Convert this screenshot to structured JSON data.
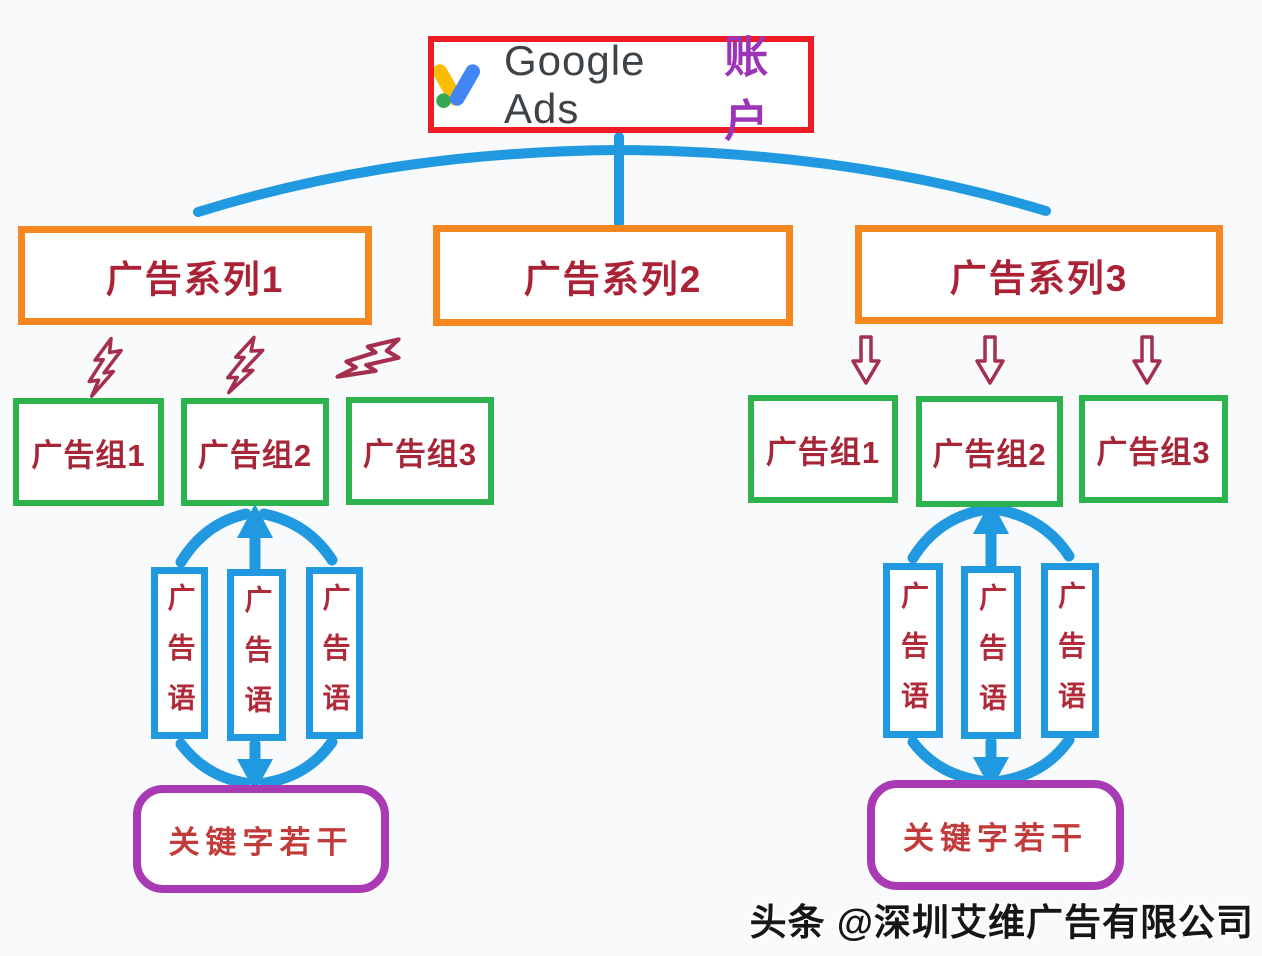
{
  "palette": {
    "background": "#f8fafc",
    "account_border_red": "#ee1b24",
    "campaign_border_orange": "#f6861f",
    "ad_group_border_green": "#2db34e",
    "ad_copy_border_blue": "#2199e0",
    "keywords_border_purple": "#a93ab3",
    "connector_blue": "#2199e0",
    "arrow_crimson": "#a42f4e",
    "node_text_dark_red": "#ab2136",
    "keywords_text_red": "#c23b3b",
    "account_label_purple": "#9c34b8",
    "brand_text_gray": "#3e4347",
    "logo_blue": "#4285f4",
    "logo_yellow": "#fbbc04",
    "logo_green": "#34a853"
  },
  "account": {
    "brand": "Google Ads",
    "label": "账户"
  },
  "campaigns": [
    {
      "label": "广告系列1"
    },
    {
      "label": "广告系列2"
    },
    {
      "label": "广告系列3"
    }
  ],
  "left_branch": {
    "ad_groups": [
      "广告组1",
      "广告组2",
      "广告组3"
    ],
    "ad_copies": [
      "广告语",
      "广告语",
      "广告语"
    ],
    "keywords_label": "关键字若干"
  },
  "right_branch": {
    "ad_groups": [
      "广告组1",
      "广告组2",
      "广告组3"
    ],
    "ad_copies": [
      "广告语",
      "广告语",
      "广告语"
    ],
    "keywords_label": "关键字若干"
  },
  "watermark": "头条 @深圳艾维广告有限公司"
}
